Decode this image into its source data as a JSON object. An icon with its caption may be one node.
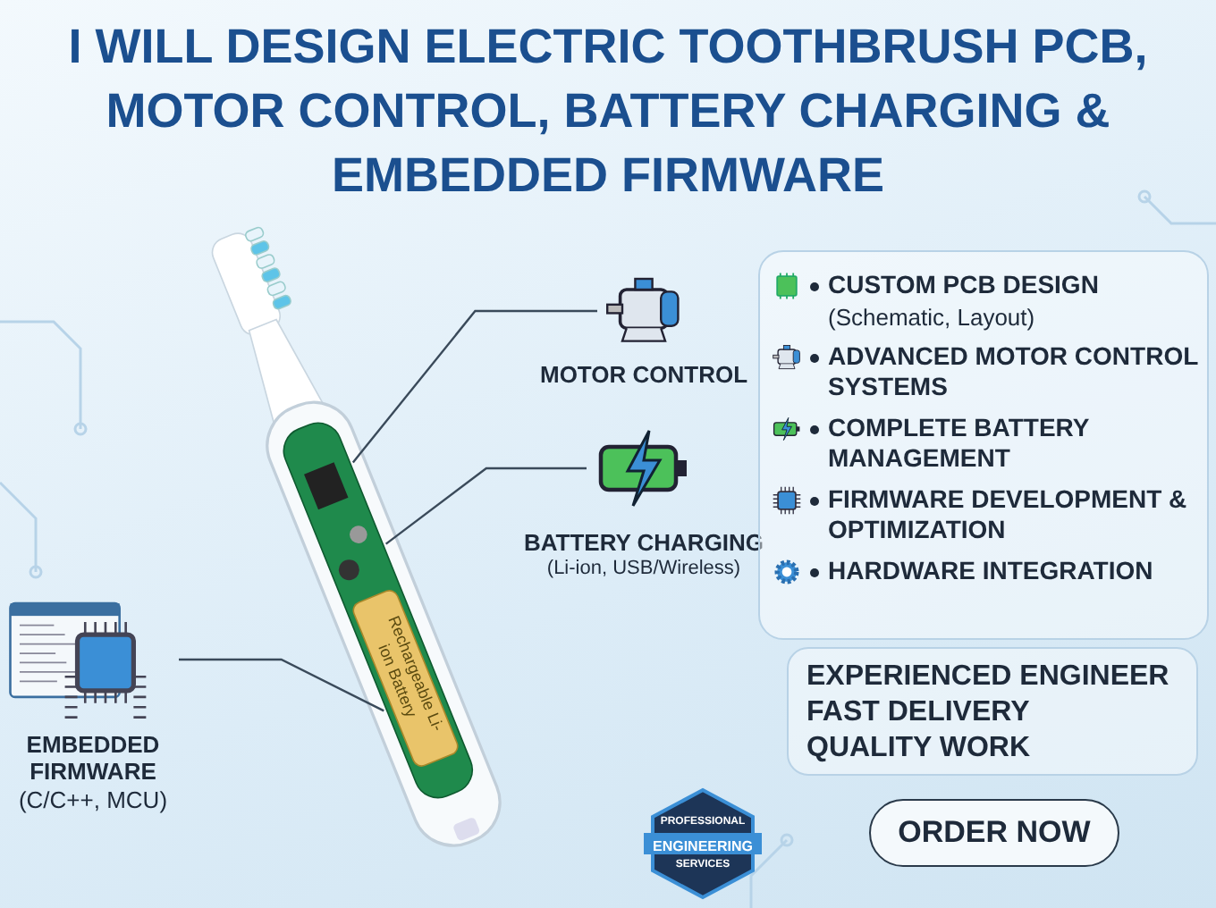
{
  "diagram": {
    "title": "I WILL DESIGN ELECTRIC TOOTHBRUSH PCB, MOTOR CONTROL, BATTERY CHARGING & EMBEDDED FIRMWARE",
    "nodes": [
      {
        "text": [],
        "shape": "picture"
      },
      {
        "text": [
          "MOTOR CONTROL"
        ]
      },
      {
        "text": [
          "BATTERY CHARGING",
          "(Li-ion, USB/Wireless)"
        ]
      },
      {
        "text": [
          "EMBEDDED FIRMWARE",
          "(C/C++, MCU)"
        ]
      },
      {
        "text": [
          "CUSTOM PCB DESIGN",
          "(Schematic, Layout)",
          "ADVANCED MOTOR CONTROL SYSTEMS",
          "COMPLETE BATTERY MANAGEMENT",
          "FIRMWARE DEVELOPMENT & OPTIMIZATION",
          "HARDWARE INTEGRATION"
        ]
      },
      {
        "text": [
          "EXPERIENCED ENGINEER",
          "FAST DELIVERY",
          "QUALITY WORK"
        ]
      },
      {
        "text": [
          "ORDER NOW"
        ]
      },
      {
        "text": [
          "PROFESSIONAL",
          "ENGINEERING",
          "SERVICES"
        ]
      }
    ],
    "edges": [
      {
        "from": 1,
        "to": 0,
        "arrow": "none"
      },
      {
        "from": 2,
        "to": 0,
        "arrow": "none"
      },
      {
        "from": 3,
        "to": 0,
        "arrow": "none"
      }
    ],
    "labels": [
      "Rechargeable Li-ion Battery"
    ]
  }
}
